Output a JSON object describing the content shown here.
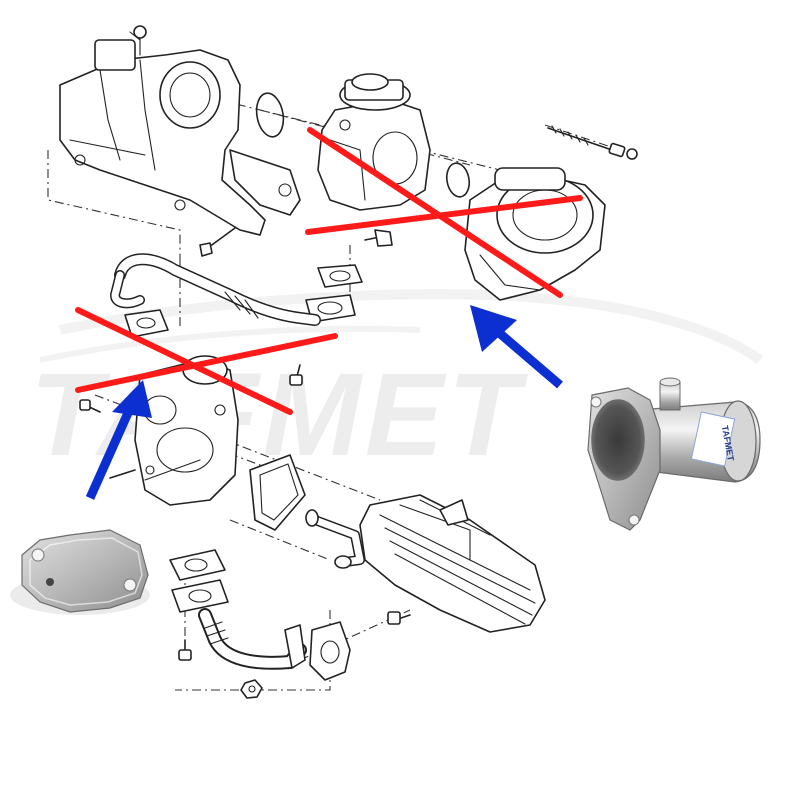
{
  "watermark": {
    "text": "TAFMET"
  },
  "product": {
    "brand_label": "TAFMET"
  },
  "marks": {
    "cross_color": "#ff1a1a",
    "arrow_color": "#0b2fd0"
  },
  "icons": [
    "egr-blanking-plate",
    "egr-delete-pipe",
    "exhaust-manifold",
    "egr-valve",
    "egr-cooler",
    "bolt",
    "gasket"
  ]
}
